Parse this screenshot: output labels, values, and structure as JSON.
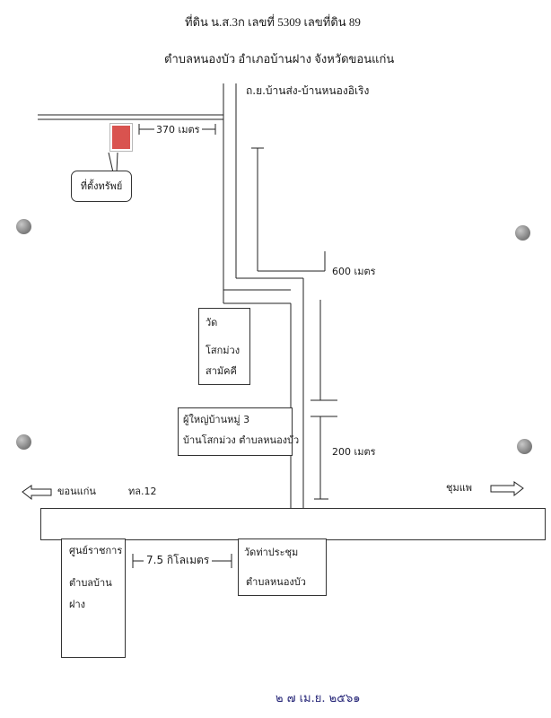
{
  "header": {
    "line1": "ที่ดิน น.ส.3ก เลขที่ 5309 เลขที่ดิน 89",
    "line2": "ตำบลหนองบัว อำเภอบ้านฝาง จังหวัดขอนแก่น"
  },
  "roads": {
    "branch_road": "ถ.ย.บ้านส่ง-บ้านหนองอิเริง",
    "highway": "ทล.12",
    "to_left": "ขอนแก่น",
    "to_right": "ชุมแพ"
  },
  "distances": {
    "d370": "370 เมตร",
    "d600": "600 เมตร",
    "d200": "200 เมตร",
    "d7_5km": "7.5 กิโลเมตร"
  },
  "property": {
    "label": "ที่ตั้งทรัพย์",
    "marker_color": "#d9534f"
  },
  "landmarks": {
    "temple": {
      "line1": "วัด",
      "line2": "โสกม่วง",
      "line3": "สามัคคี"
    },
    "headman": {
      "line1": "ผู้ใหญ่บ้านหมู่ 3",
      "line2": "บ้านโสกม่วง ตำบลหนองบัว"
    },
    "gov_center": {
      "line1": "ศูนย์ราชการ",
      "line2": "ตำบลบ้าน",
      "line3": "ฝาง"
    },
    "temple2": {
      "line1": "วัดท่าประชุม",
      "line2": "ตำบลหนองบัว"
    }
  },
  "footer": {
    "date": "๒ ๗ เม.ย. ๒๕๖๑"
  }
}
